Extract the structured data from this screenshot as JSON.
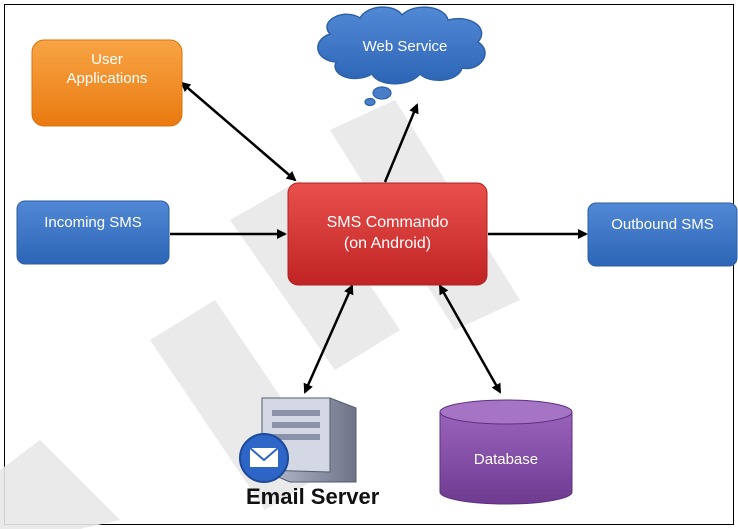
{
  "nodes": {
    "user_apps": {
      "line1": "User",
      "line2": "Applications",
      "color": "#f28a1c"
    },
    "web_service": {
      "label": "Web Service",
      "color": "#4a7ec9"
    },
    "incoming_sms": {
      "label": "Incoming SMS",
      "color": "#3a75c4"
    },
    "sms_commando": {
      "line1": "SMS Commando",
      "line2": "(on Android)",
      "color": "#d8302f"
    },
    "outbound_sms": {
      "label": "Outbound SMS",
      "color": "#3a75c4"
    },
    "email_server": {
      "label": "Email Server",
      "icon": "email-server-icon"
    },
    "database": {
      "label": "Database",
      "color": "#7e4aa0"
    }
  },
  "edges": [
    {
      "from": "user_apps",
      "to": "sms_commando",
      "direction": "both"
    },
    {
      "from": "sms_commando",
      "to": "web_service",
      "direction": "forward"
    },
    {
      "from": "incoming_sms",
      "to": "sms_commando",
      "direction": "forward"
    },
    {
      "from": "sms_commando",
      "to": "outbound_sms",
      "direction": "forward"
    },
    {
      "from": "sms_commando",
      "to": "email_server",
      "direction": "both"
    },
    {
      "from": "sms_commando",
      "to": "database",
      "direction": "both"
    }
  ]
}
